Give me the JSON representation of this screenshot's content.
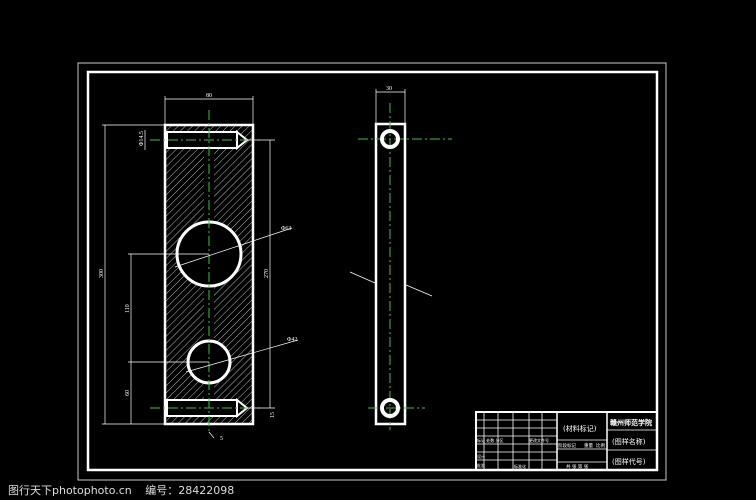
{
  "colors": {
    "background": "#000000",
    "lines": "#ffffff",
    "centerlines": "#3fbf3f"
  },
  "front_view": {
    "dims": {
      "width": "80",
      "height": "300",
      "hole_spacing": "110",
      "bottom_offset": "60",
      "slot_span": "270",
      "big_hole": "Φ63",
      "small_hole": "Φ42",
      "slot_width": "Φ14.5",
      "bottom_gap": "5",
      "edge": "15"
    }
  },
  "side_view": {
    "dims": {
      "thickness": "30"
    }
  },
  "title_block": {
    "material": "(材料标记)",
    "school": "赣州师范学院",
    "drawing_name": "(图样名称)",
    "drawing_code": "(图样代号)",
    "stage": "阶段标记",
    "weight": "重量",
    "scale": "比例",
    "sheets": "共  张  第  张",
    "revision_cols": "标记 处数 分区",
    "change_doc": "更改文件号",
    "design": "设计",
    "standard": "标准化",
    "approve": "批准"
  },
  "watermark": {
    "site": "图行天下photophoto.cn",
    "id_label": "编号：28422098"
  }
}
